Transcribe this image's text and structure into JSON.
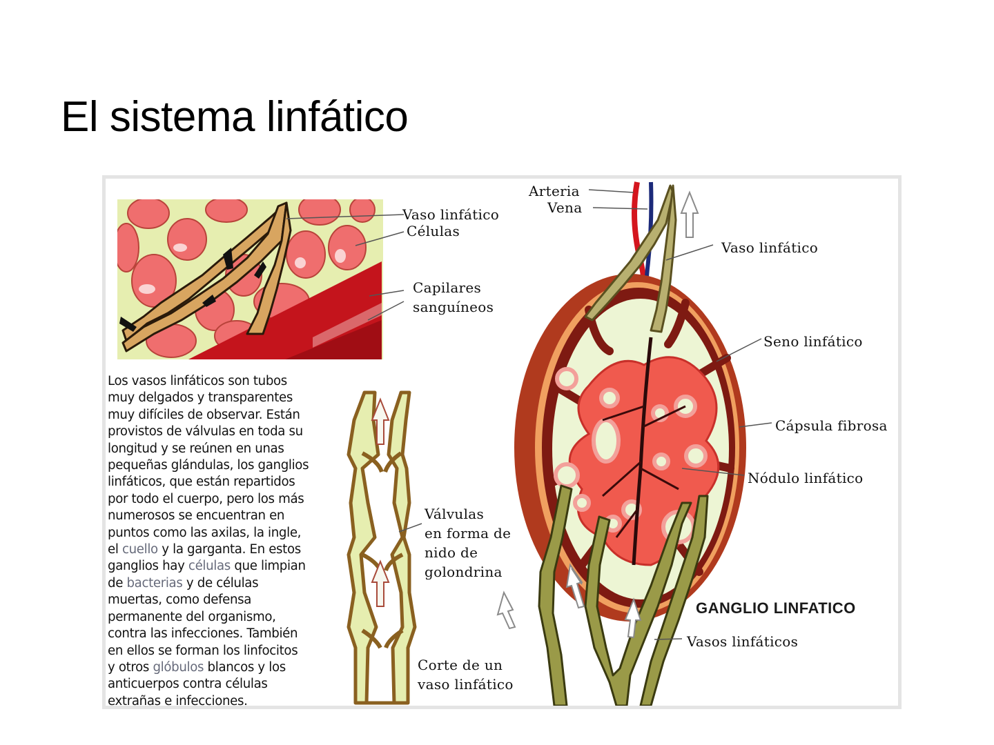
{
  "slide": {
    "title": "El sistema linfático"
  },
  "figure": {
    "heading": "GANGLIO LINFATICO",
    "labels": {
      "vaso_linfatico_left": "Vaso linfático",
      "celulas": "Células",
      "capilares_line1": "Capilares",
      "capilares_line2": "sanguíneos",
      "arteria": "Arteria",
      "vena": "Vena",
      "vaso_linfatico_right": "Vaso linfático",
      "seno_linfatico": "Seno linfático",
      "capsula_fibrosa": "Cápsula fibrosa",
      "nodulo_linfatico": "Nódulo linfático",
      "valvulas_line1": "Válvulas",
      "valvulas_line2": "en forma de",
      "valvulas_line3": "nido de",
      "valvulas_line4": "golondrina",
      "corte_line1": "Corte de un",
      "corte_line2": "vaso linfático",
      "vasos_linfaticos": "Vasos linfáticos"
    },
    "description": {
      "lines": [
        "Los vasos linfáticos son tubos",
        "muy delgados y transparentes",
        "muy difíciles de observar. Están",
        "provistos de válvulas en toda su",
        "longitud y se reúnen en unas",
        "pequeñas glándulas, los ganglios",
        "linfáticos, que están repartidos",
        "por todo el cuerpo, pero los más",
        "numerosos se encuentran en",
        "puntos como las axilas, la ingle,"
      ],
      "l11_pre": "el ",
      "l11_link": "cuello",
      "l11_post": " y la garganta. En estos",
      "l12_pre": "ganglios hay ",
      "l12_link": "células",
      "l12_post": " que limpian",
      "l13_pre": "de ",
      "l13_link": "bacterias",
      "l13_post": " y de células",
      "l14": "muertas, como defensa",
      "l15": "permanente del organismo,",
      "l16": "contra las infecciones. También",
      "l17": "en ellos se forman los linfocitos",
      "l18_pre": "y otros ",
      "l18_link": "glóbulos",
      "l18_post": " blancos y los",
      "l19": "anticuerpos contra células",
      "l20": "extrañas e infecciones."
    }
  },
  "colors": {
    "frame_border": "#e4e4e4",
    "tissue_bg": "#e8efb0",
    "red_cell": "#ef6a6a",
    "lymph_vessel": "#d9a862",
    "blood_capillary": "#c8141c",
    "capsule": "#b53a1e",
    "node_pink": "#f26458",
    "node_sinus": "#eef6d8",
    "vessel_green": "#9a9a52",
    "link_text": "#666a7a"
  }
}
